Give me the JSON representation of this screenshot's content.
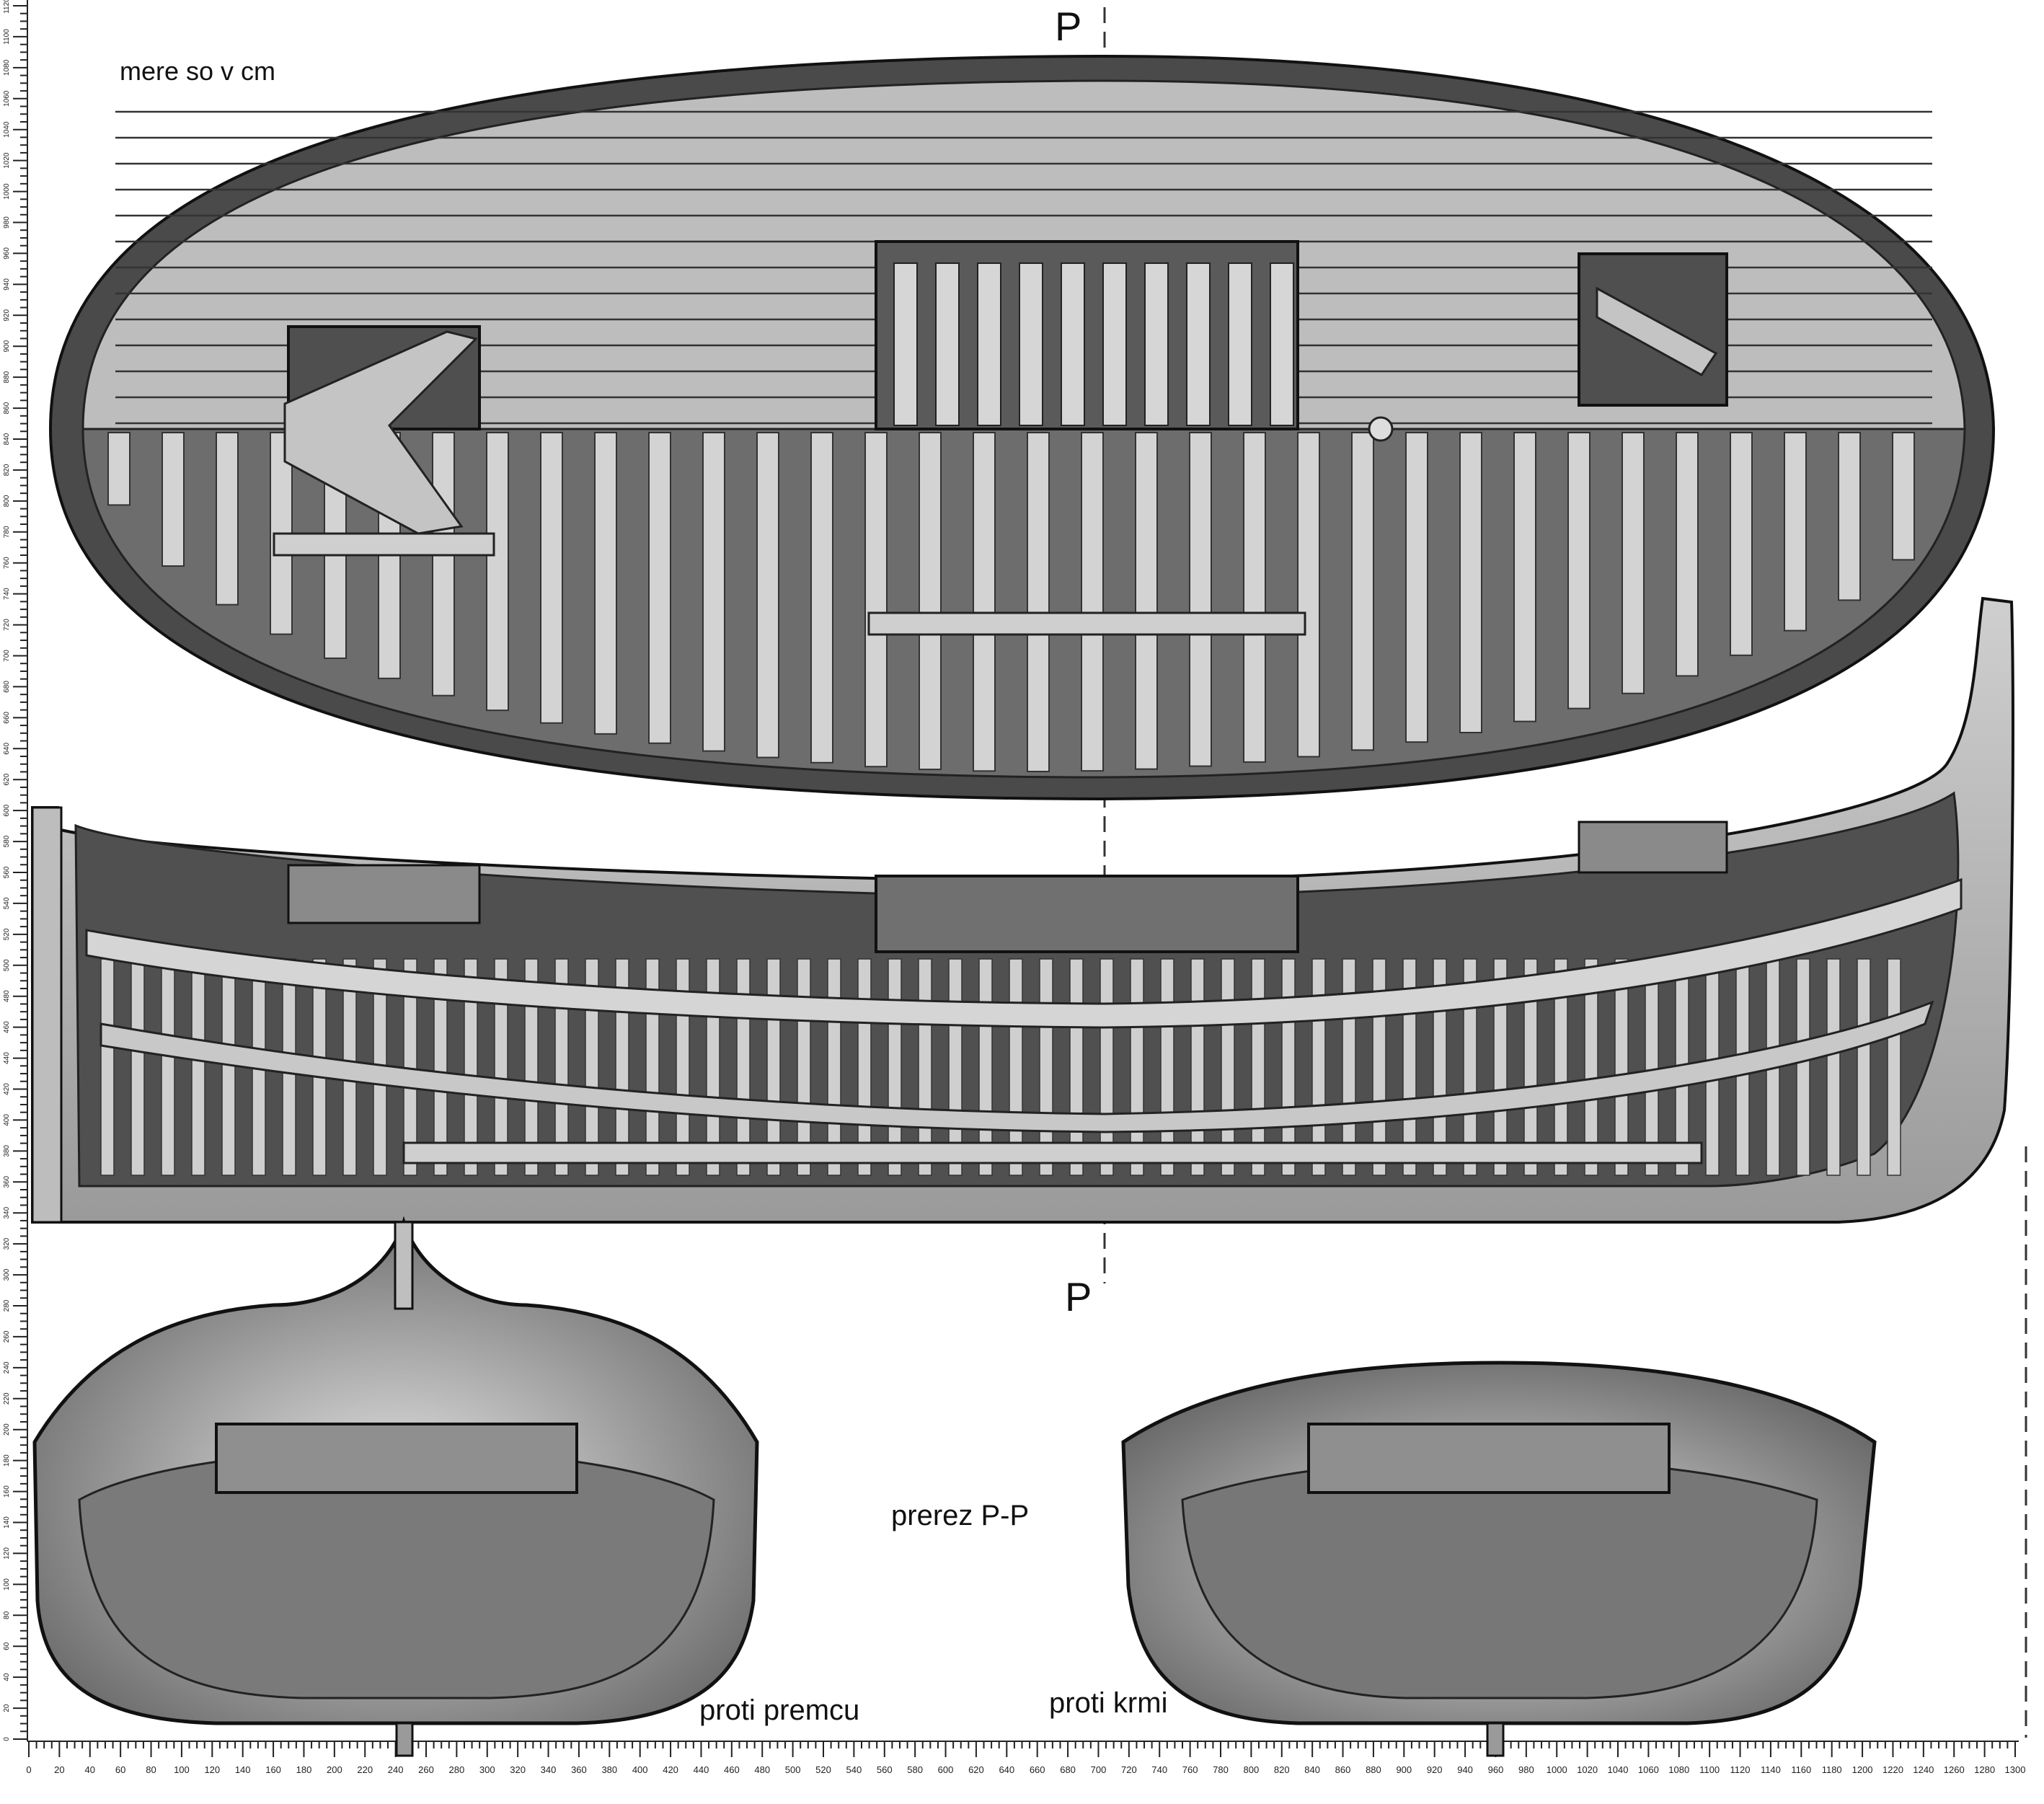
{
  "labels": {
    "units_note": "mere so v cm",
    "section_mark_top": "P",
    "section_mark_bottom": "P",
    "section_title": "prerez P-P",
    "view_bow": "proti premcu",
    "view_stern": "proti krmi"
  },
  "ruler": {
    "bottom_ticks": [
      "0",
      "20",
      "40",
      "60",
      "80",
      "100",
      "120",
      "140",
      "160",
      "180",
      "200",
      "220",
      "240",
      "260",
      "280",
      "300",
      "320",
      "340",
      "360",
      "380",
      "400",
      "420",
      "440",
      "460",
      "480",
      "500",
      "520",
      "540",
      "560",
      "580",
      "600",
      "620",
      "640",
      "660",
      "680",
      "700",
      "720",
      "740",
      "760",
      "780",
      "800",
      "820",
      "840",
      "860",
      "880",
      "900",
      "920",
      "940",
      "960",
      "980",
      "1000",
      "1020",
      "1040",
      "1060",
      "1080",
      "1100",
      "1120",
      "1140",
      "1160",
      "1180",
      "1200",
      "1220",
      "1240",
      "1260",
      "1280",
      "1300"
    ],
    "left_ticks": [
      "0",
      "20",
      "40",
      "60",
      "80",
      "100",
      "120",
      "140",
      "160",
      "180",
      "200",
      "220",
      "240",
      "260",
      "280",
      "300",
      "320",
      "340",
      "360",
      "380",
      "400",
      "420",
      "440",
      "460",
      "480",
      "500",
      "520",
      "540",
      "560",
      "580",
      "600",
      "620",
      "640",
      "660",
      "680",
      "700",
      "720",
      "740",
      "760",
      "780",
      "800",
      "820",
      "840",
      "860",
      "880",
      "900",
      "920",
      "940",
      "960",
      "980",
      "1000",
      "1020",
      "1040",
      "1060",
      "1080",
      "1100",
      "1120"
    ]
  },
  "colors": {
    "line": "#1a1a1a",
    "wood_light": "#c9c9c9",
    "wood_mid": "#a2a2a2",
    "wood_dark": "#5e5e5e",
    "void": "#2a2a2a",
    "paper": "#ffffff"
  }
}
